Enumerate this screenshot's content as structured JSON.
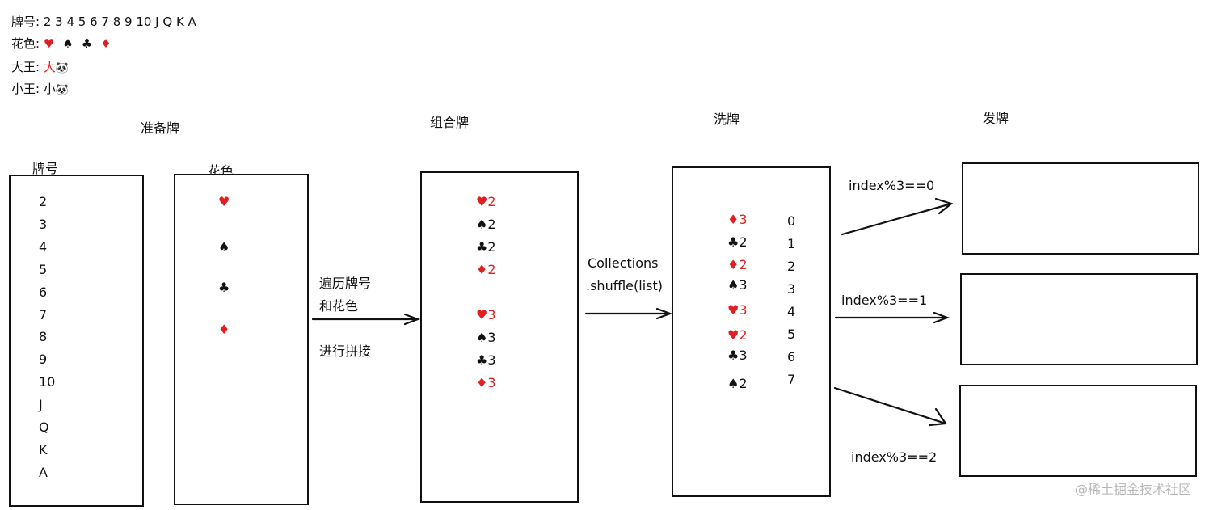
{
  "legend": {
    "ranks_label": "牌号: ",
    "ranks": "2 3 4 5 6 7 8 9 10 J Q K A",
    "suits_label": "花色: ",
    "suits": [
      {
        "symbol": "♥",
        "color": "#e02020"
      },
      {
        "symbol": "♠",
        "color": "#111111"
      },
      {
        "symbol": "♣",
        "color": "#111111"
      },
      {
        "symbol": "♦",
        "color": "#e02020"
      }
    ],
    "big_joker_label": "大王: ",
    "big_joker_text": "大",
    "big_joker_icon": "🐼",
    "small_joker_label": "小王: ",
    "small_joker_text": "小",
    "small_joker_icon": "🐼"
  },
  "stages": {
    "prepare": "准备牌",
    "combine": "组合牌",
    "shuffle": "洗牌",
    "deal": "发牌"
  },
  "columns": {
    "ranks_header": "牌号",
    "suits_header": "花色"
  },
  "ranks_list": [
    "2",
    "3",
    "4",
    "5",
    "6",
    "7",
    "8",
    "9",
    "10",
    "J",
    "Q",
    "K",
    "A"
  ],
  "suits_list": [
    {
      "symbol": "♥",
      "color": "#e02020"
    },
    {
      "symbol": "♠",
      "color": "#111111"
    },
    {
      "symbol": "♣",
      "color": "#111111"
    },
    {
      "symbol": "♦",
      "color": "#e02020"
    }
  ],
  "combined_cards": [
    {
      "text": "♥2",
      "color": "#e02020"
    },
    {
      "text": "♠2",
      "color": "#111111"
    },
    {
      "text": "♣2",
      "color": "#111111"
    },
    {
      "text": "♦2",
      "color": "#e02020"
    },
    {
      "text": "♥3",
      "color": "#e02020"
    },
    {
      "text": "♠3",
      "color": "#111111"
    },
    {
      "text": "♣3",
      "color": "#111111"
    },
    {
      "text": "♦3",
      "color": "#e02020"
    }
  ],
  "shuffled_cards": [
    {
      "text": "♦3",
      "color": "#e02020",
      "index": "0"
    },
    {
      "text": "♣2",
      "color": "#111111",
      "index": "1"
    },
    {
      "text": "♦2",
      "color": "#e02020",
      "index": "2"
    },
    {
      "text": "♠3",
      "color": "#111111",
      "index": "3"
    },
    {
      "text": "♥3",
      "color": "#e02020",
      "index": "4"
    },
    {
      "text": "♥2",
      "color": "#e02020",
      "index": "5"
    },
    {
      "text": "♣3",
      "color": "#111111",
      "index": "6"
    },
    {
      "text": "♠2",
      "color": "#111111",
      "index": "7"
    }
  ],
  "arrow_labels": {
    "traverse_line1": "遍历牌号",
    "traverse_line2": "和花色",
    "traverse_line3": "进行拼接",
    "shuffle_line1": "Collections",
    "shuffle_line2": ".shuffle(list)",
    "deal0": "index%3==0",
    "deal1": "index%3==1",
    "deal2": "index%3==2"
  },
  "watermark": "@稀土掘金技术社区"
}
